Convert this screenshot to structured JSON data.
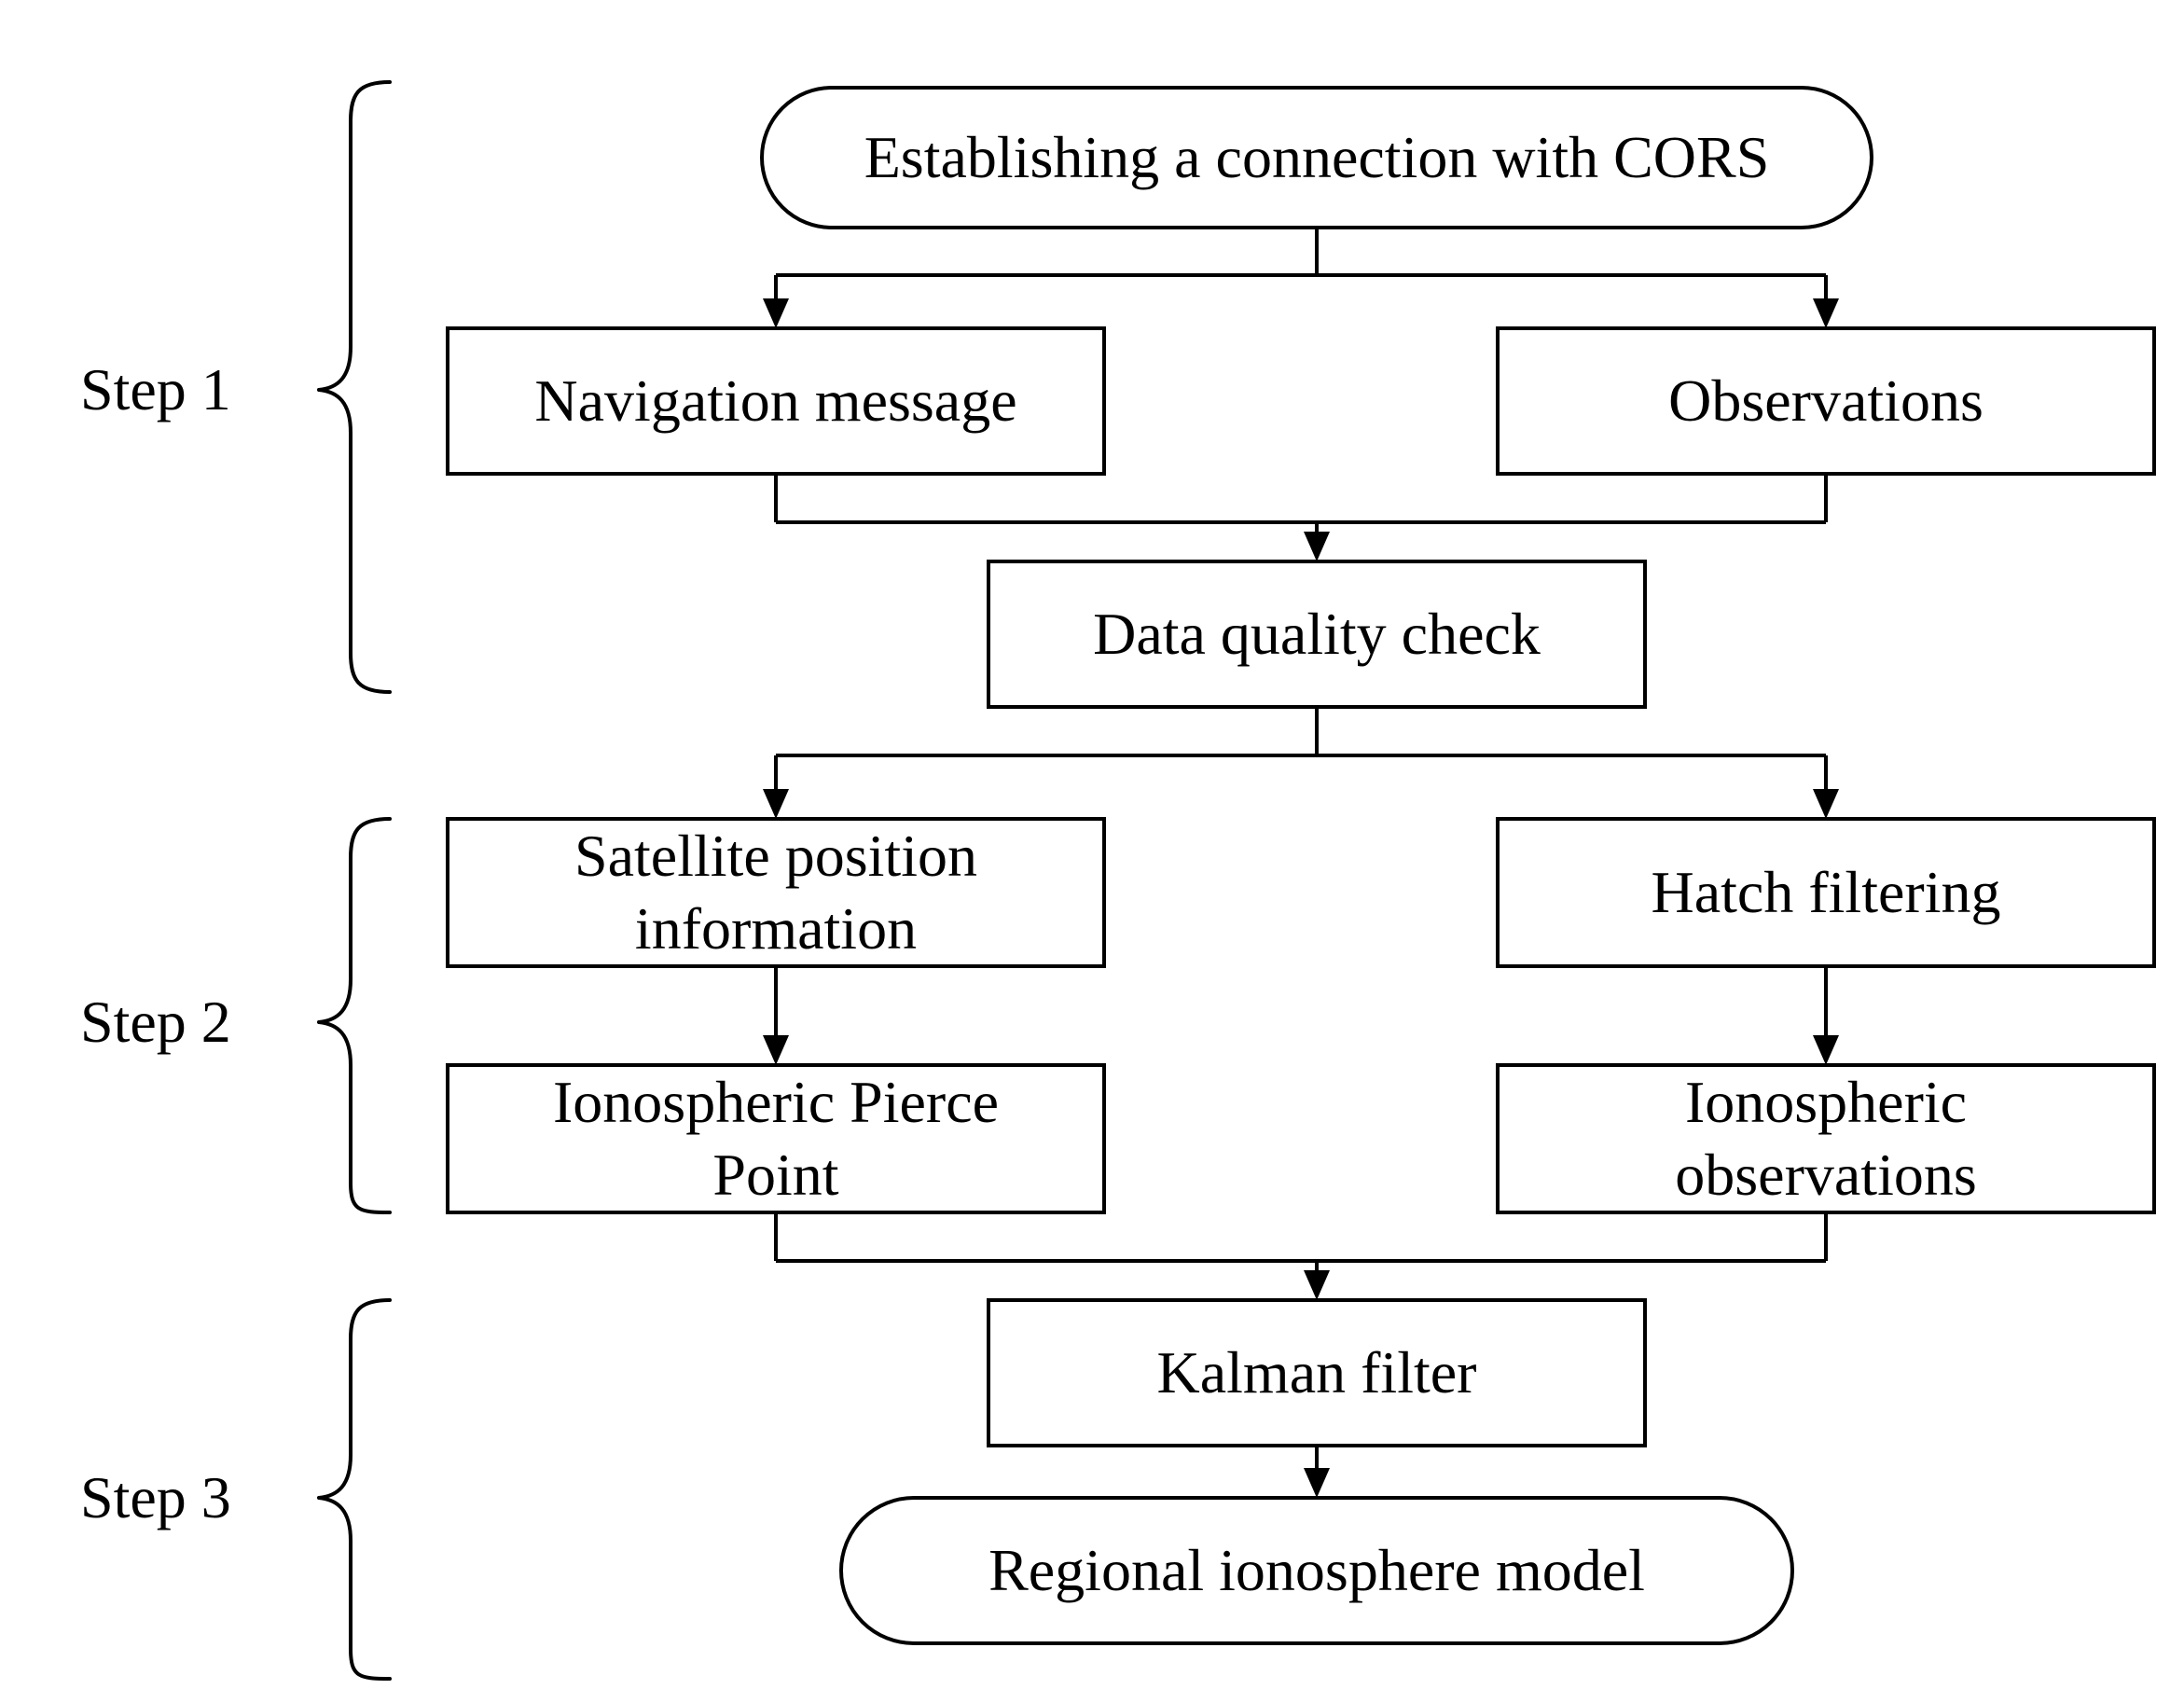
{
  "diagram": {
    "steps": [
      {
        "label": "Step 1"
      },
      {
        "label": "Step 2"
      },
      {
        "label": "Step 3"
      }
    ],
    "nodes": {
      "cors": "Establishing a connection with CORS",
      "nav_message": "Navigation message",
      "observations": "Observations",
      "quality_check": "Data quality check",
      "satellite_position": "Satellite position\ninformation",
      "hatch_filtering": "Hatch filtering",
      "pierce_point": "Ionospheric Pierce\nPoint",
      "iono_observations": "Ionospheric\nobservations",
      "kalman": "Kalman filter",
      "regional_model": "Regional ionosphere model"
    },
    "edges": [
      {
        "from": "cors",
        "to": "nav_message"
      },
      {
        "from": "cors",
        "to": "observations"
      },
      {
        "from": "nav_message",
        "to": "quality_check"
      },
      {
        "from": "observations",
        "to": "quality_check"
      },
      {
        "from": "quality_check",
        "to": "satellite_position"
      },
      {
        "from": "quality_check",
        "to": "hatch_filtering"
      },
      {
        "from": "satellite_position",
        "to": "pierce_point"
      },
      {
        "from": "hatch_filtering",
        "to": "iono_observations"
      },
      {
        "from": "pierce_point",
        "to": "kalman"
      },
      {
        "from": "iono_observations",
        "to": "kalman"
      },
      {
        "from": "kalman",
        "to": "regional_model"
      }
    ]
  }
}
